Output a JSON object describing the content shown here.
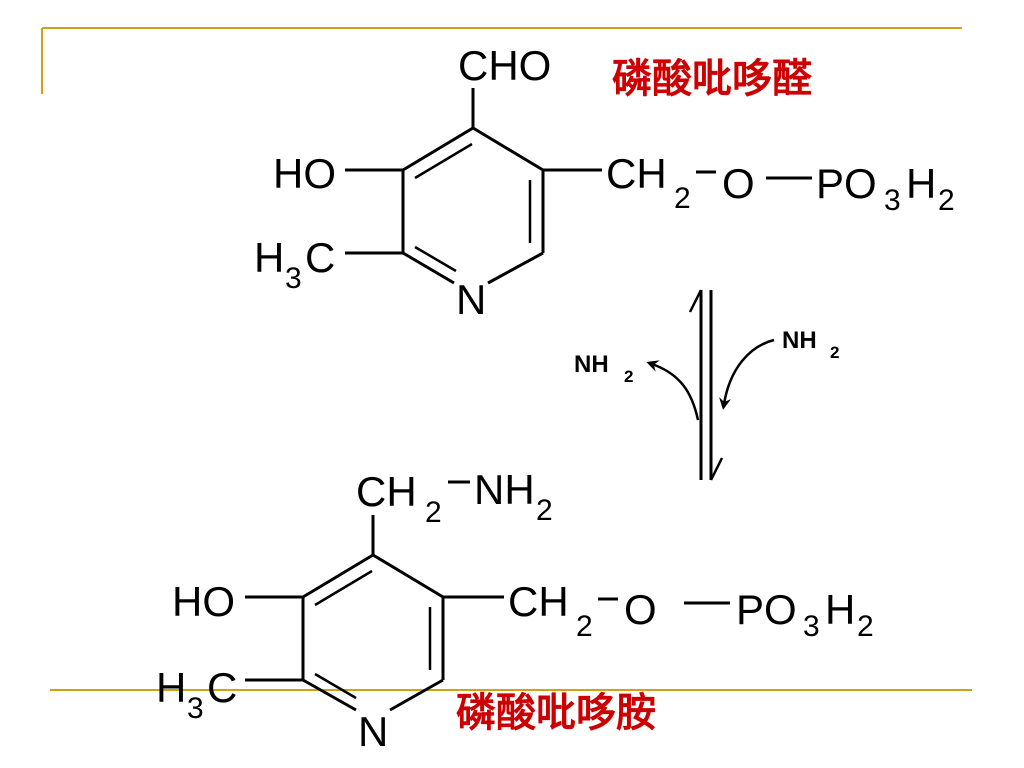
{
  "colors": {
    "frame": "#D4A017",
    "label": "#CC0000",
    "ink": "#000000"
  },
  "top_molecule": {
    "name": "磷酸吡哆醛",
    "groups": {
      "aldehyde": "CHO",
      "hydroxyl": "HO",
      "methyl_h": "H",
      "methyl_sub": "3",
      "methyl_c": "C",
      "nitrogen": "N",
      "ch": "CH",
      "ch_sub": "2",
      "oxygen": "O",
      "po": "PO",
      "po_sub": "3",
      "h": "H",
      "h_sub": "2"
    }
  },
  "bottom_molecule": {
    "name": "磷酸吡哆胺",
    "groups": {
      "ch": "CH",
      "ch_sub": "2",
      "nh": "NH",
      "nh_sub": "2",
      "hydroxyl": "HO",
      "methyl_h": "H",
      "methyl_sub": "3",
      "methyl_c": "C",
      "nitrogen": "N",
      "ch2_ch": "CH",
      "ch2_sub": "2",
      "oxygen": "O",
      "po": "PO",
      "po_sub": "3",
      "h": "H",
      "h_sub": "2"
    }
  },
  "equilibrium": {
    "left_label": "NH",
    "left_sub": "2",
    "right_label": "NH",
    "right_sub": "2"
  }
}
